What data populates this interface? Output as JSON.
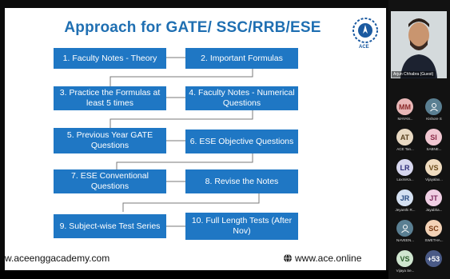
{
  "slide": {
    "title": "Approach for GATE/ SSC/RRB/ESE",
    "logo_text": "ACE",
    "steps": [
      "1. Faculty Notes - Theory",
      "2. Important Formulas",
      "3. Practice the Formulas at least 5 times",
      "4. Faculty Notes - Numerical Questions",
      "5. Previous Year GATE Questions",
      "6. ESE Objective Questions",
      "7. ESE Conventional Questions",
      "8. Revise the Notes",
      "9. Subject-wise Test Series",
      "10. Full Length Tests (After Nov)"
    ],
    "footer_left": "w.aceenggacademy.com",
    "footer_right": "www.ace.online"
  },
  "presenter": {
    "name": "Arjun Chhabra (Guest)"
  },
  "participants": [
    {
      "initials": "MM",
      "name": "MAYAN...",
      "bg": "#e9b8b8",
      "fg": "#8a2a2a"
    },
    {
      "initials": "",
      "name": "Kishore S",
      "bg": "#5a7f92",
      "fg": "#ffffff",
      "icon": true
    },
    {
      "initials": "AT",
      "name": "ACE Tan...",
      "bg": "#e9d9c3",
      "fg": "#5b4322"
    },
    {
      "initials": "SI",
      "name": "SABNE...",
      "bg": "#f1c7d2",
      "fg": "#8d2b4a"
    },
    {
      "initials": "LR",
      "name": "LaxmiKa...",
      "bg": "#d7d7ef",
      "fg": "#2f2f7a"
    },
    {
      "initials": "VS",
      "name": "Vijayalax...",
      "bg": "#f0dcc0",
      "fg": "#6b4b1a"
    },
    {
      "initials": "JR",
      "name": "Jeyanthi R...",
      "bg": "#d5e1f2",
      "fg": "#274a80"
    },
    {
      "initials": "JT",
      "name": "Jayabha...",
      "bg": "#f0cfe4",
      "fg": "#7d2a5d"
    },
    {
      "initials": "",
      "name": "NAVEEN...",
      "bg": "#5a7f92",
      "fg": "#ffffff",
      "icon": true
    },
    {
      "initials": "SC",
      "name": "SWETHA...",
      "bg": "#f3d2b6",
      "fg": "#7a3a12"
    },
    {
      "initials": "VS",
      "name": "Vijaya Se...",
      "bg": "#cfe6cf",
      "fg": "#2b5e2b"
    },
    {
      "initials": "+53",
      "name": "",
      "bg": "#4a5a86",
      "fg": "#ffffff"
    }
  ]
}
